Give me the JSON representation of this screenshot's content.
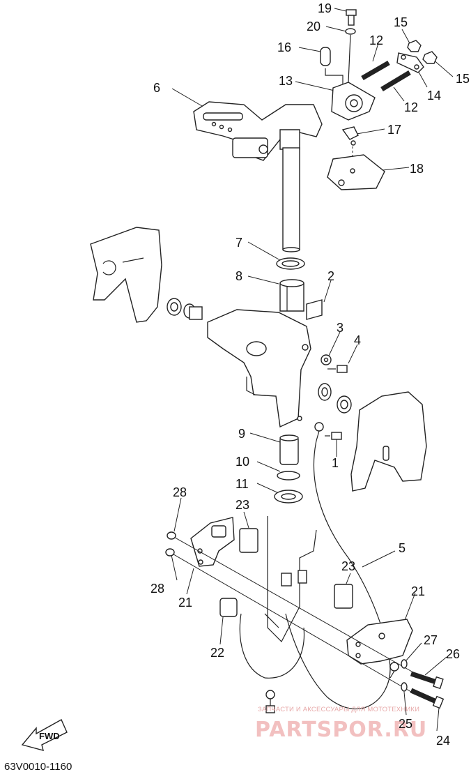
{
  "diagram": {
    "code": "63V0010-1160",
    "fwd_label": "FWD",
    "watermark": {
      "line1": "ЗАПЧАСТИ И АКСЕССУАРЫ ДЛЯ МОТОТЕХНИКИ",
      "line2": "PARTSPOR.RU"
    },
    "labels": {
      "l1": "1",
      "l2": "2",
      "l3": "3",
      "l4": "4",
      "l5": "5",
      "l6": "6",
      "l7": "7",
      "l8": "8",
      "l9": "9",
      "l10": "10",
      "l11": "11",
      "l12a": "12",
      "l12b": "12",
      "l13": "13",
      "l14": "14",
      "l15a": "15",
      "l15b": "15",
      "l16": "16",
      "l17": "17",
      "l18": "18",
      "l19": "19",
      "l20": "20",
      "l21a": "21",
      "l21b": "21",
      "l22": "22",
      "l23a": "23",
      "l23b": "23",
      "l24": "24",
      "l25": "25",
      "l26": "26",
      "l27": "27",
      "l28a": "28",
      "l28b": "28"
    }
  }
}
